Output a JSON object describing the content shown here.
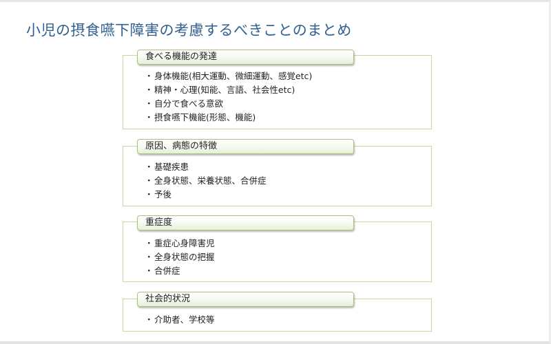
{
  "title": "小児の摂食嚥下障害の考慮するべきことのまとめ",
  "sections": [
    {
      "heading": "食べる機能の発達",
      "items": [
        "身体機能(相大運動、微細運動、感覚etc)",
        "精神・心理(知能、言語、社会性etc)",
        "自分で食べる意欲",
        "摂食嚥下機能(形態、機能)"
      ]
    },
    {
      "heading": "原因、病態の特徴",
      "items": [
        "基礎疾患",
        "全身状態、栄養状態、合併症",
        "予後"
      ]
    },
    {
      "heading": "重症度",
      "items": [
        "重症心身障害児",
        "全身状態の把握",
        "合併症"
      ]
    },
    {
      "heading": "社会的状況",
      "items": [
        "介助者、学校等"
      ]
    }
  ],
  "bullet": "・",
  "colors": {
    "title": "#2f5f8f",
    "box_border": "#c7d8a3",
    "tab_border": "#a8c27e"
  }
}
